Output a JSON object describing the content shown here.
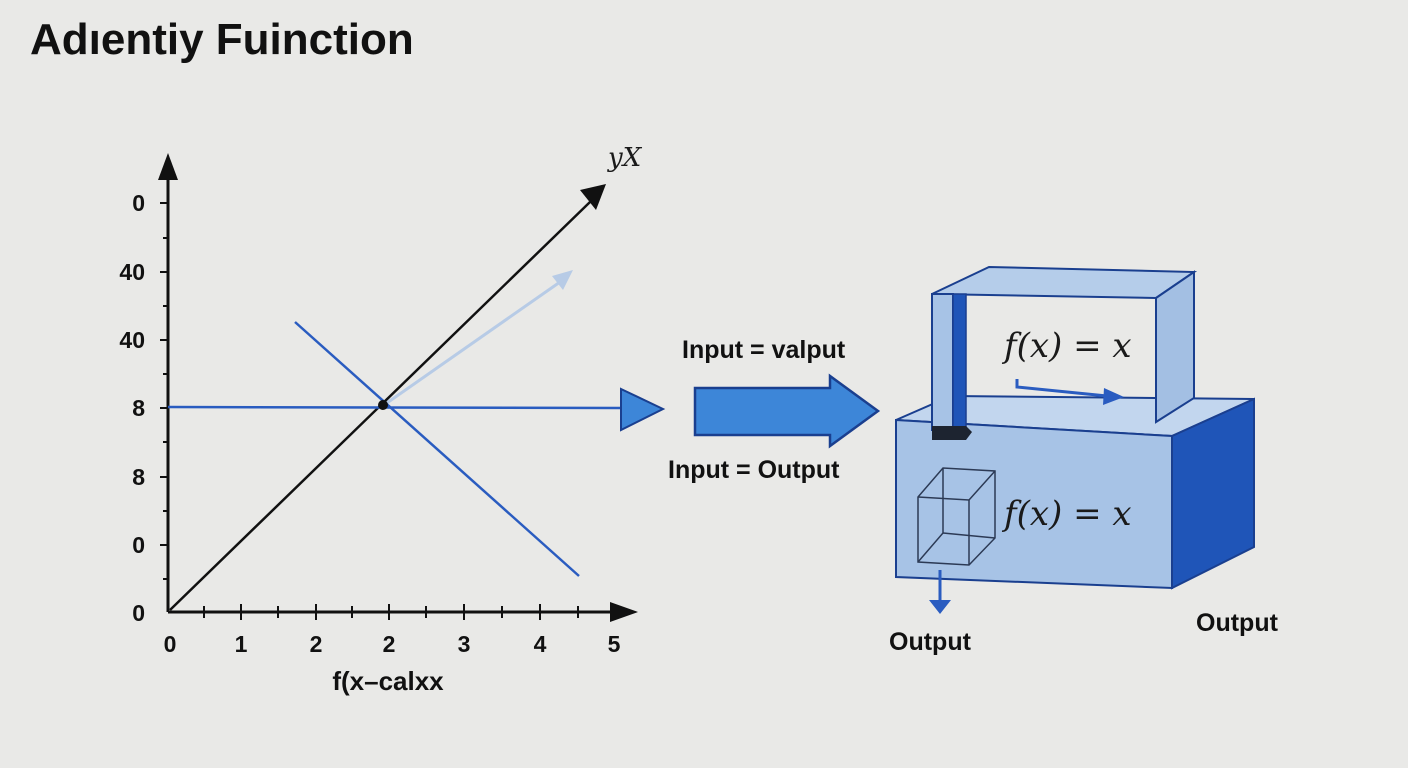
{
  "title": "Adıentiy Fuinction",
  "graph": {
    "y_ticks": [
      "0",
      "40",
      "40",
      "8",
      "8",
      "0",
      "0"
    ],
    "x_ticks": [
      "0",
      "1",
      "2",
      "2",
      "3",
      "4",
      "5"
    ],
    "x_axis_label": "f(x–calxx",
    "diagonal_label": "yX"
  },
  "flow": {
    "upper_caption": "Input = valput",
    "lower_caption": "Input = Output"
  },
  "machine": {
    "top_formula": "f(x) = x",
    "front_formula": "f(x) = x",
    "output_label_left": "Output",
    "output_label_right": "Output"
  },
  "colors": {
    "accent_blue": "#2a5cc0",
    "arrow_blue": "#3d86d8",
    "box_front": "#a7c3e6",
    "box_side": "#1f55b8",
    "background": "#e9e9e7"
  }
}
